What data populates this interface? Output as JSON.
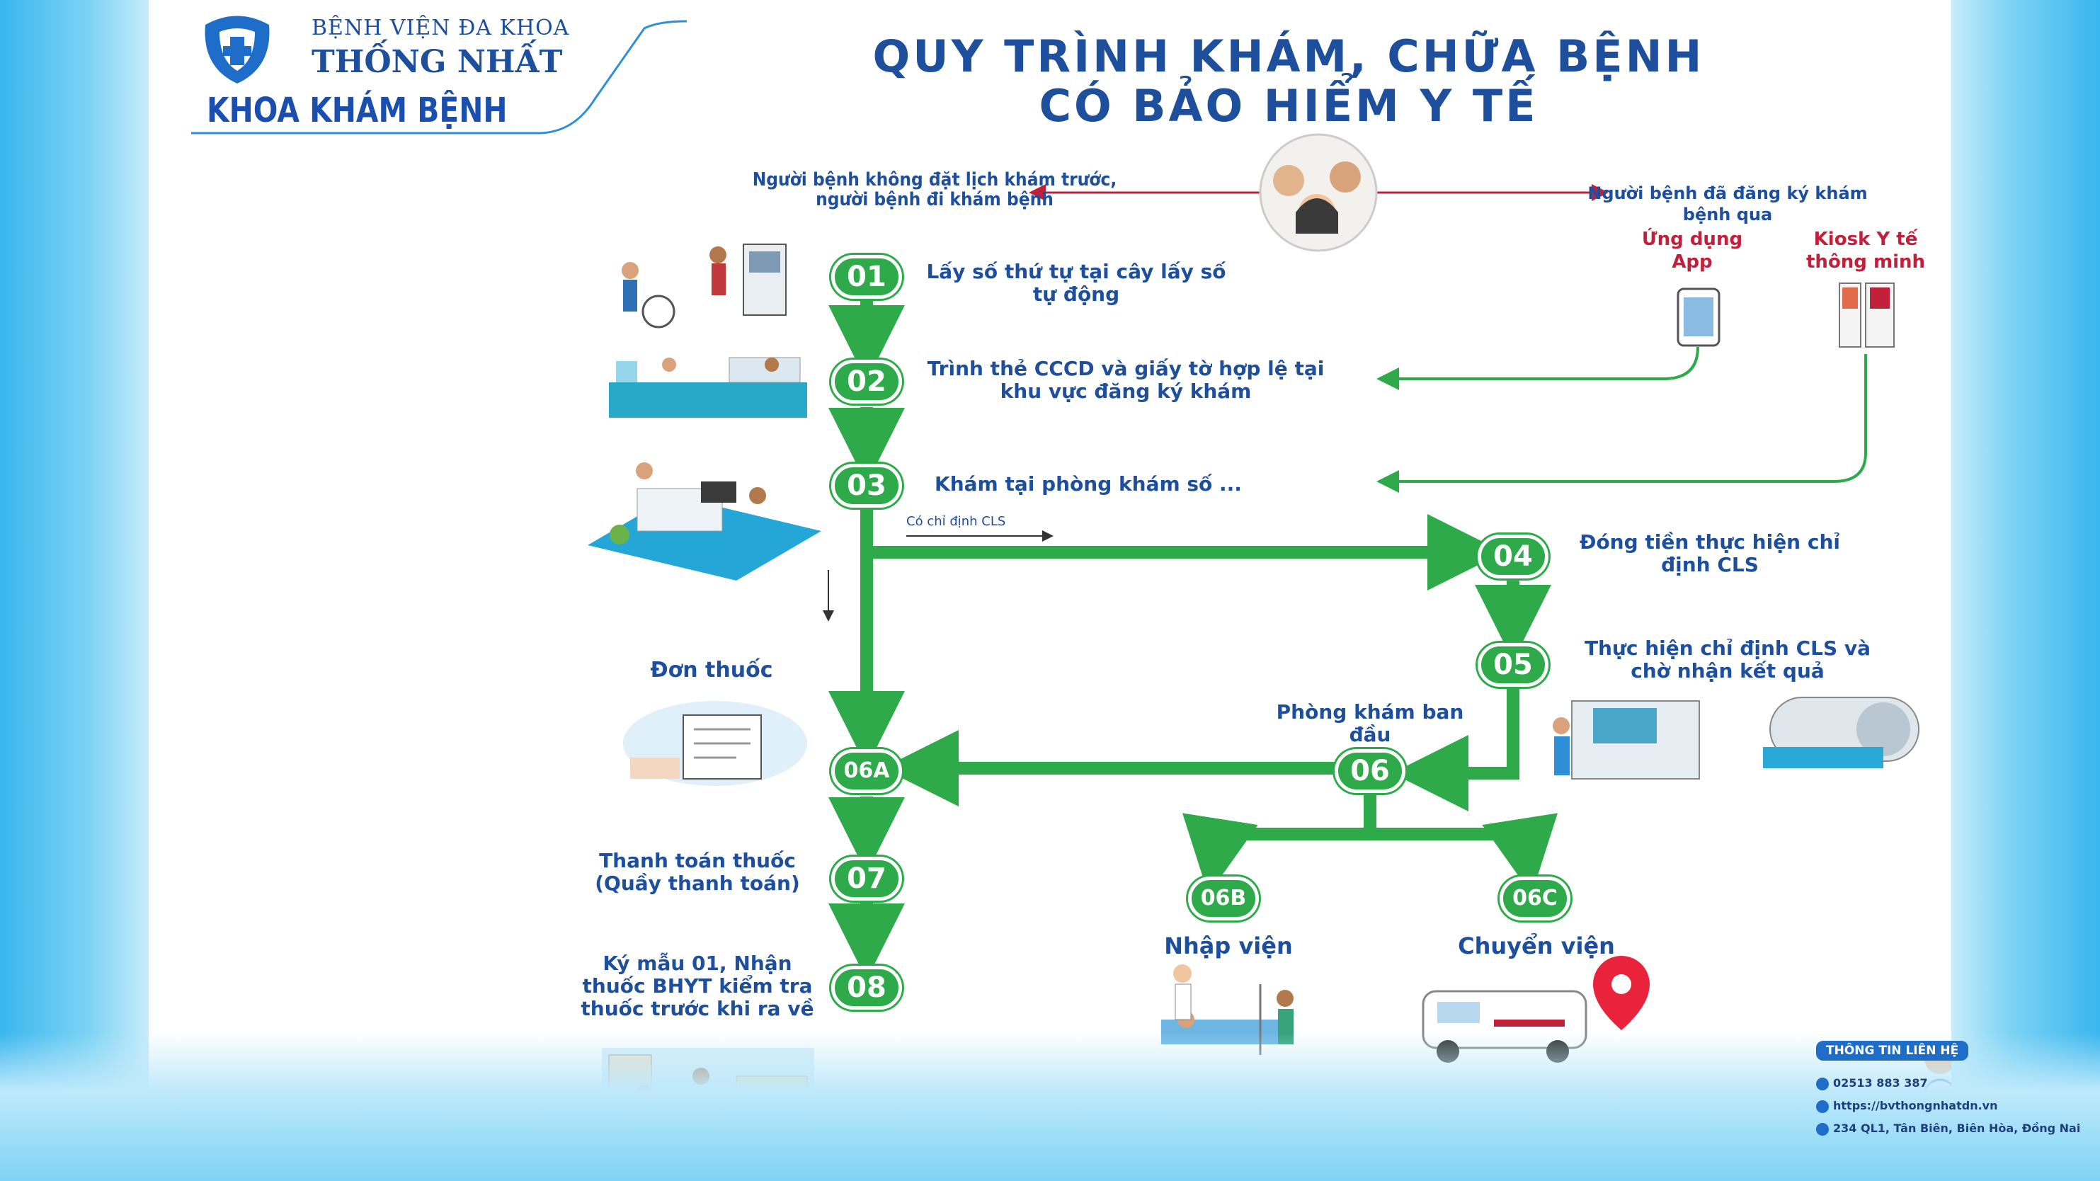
{
  "header": {
    "hospital_line1": "BỆNH VIỆN ĐA KHOA",
    "hospital_line2": "THỐNG NHẤT",
    "department": "KHOA KHÁM BỆNH",
    "title_line1": "QUY TRÌNH KHÁM, CHỮA BỆNH",
    "title_line2": "CÓ BẢO HIỂM Y TẾ"
  },
  "branches": {
    "left_text": "Người bệnh không đặt lịch khám trước, người bệnh đi khám bệnh",
    "right_text": "Người bệnh đã đăng ký khám bệnh qua",
    "app_label": "Ứng dụng App",
    "kiosk_label": "Kiosk Y tế thông minh"
  },
  "steps": {
    "s01": {
      "num": "01",
      "text": "Lấy số thứ tự tại cây lấy số tự động"
    },
    "s02": {
      "num": "02",
      "text": "Trình thẻ CCCD và giấy tờ hợp lệ tại khu vực đăng ký khám"
    },
    "s03": {
      "num": "03",
      "text": "Khám tại phòng khám số ..."
    },
    "s04": {
      "num": "04",
      "text": "Đóng tiền thực hiện chỉ định CLS"
    },
    "s05": {
      "num": "05",
      "text": "Thực hiện chỉ định CLS và chờ nhận kết quả"
    },
    "s06": {
      "num": "06",
      "text": "Phòng khám ban đầu"
    },
    "s06a": {
      "num": "06A",
      "text": "Đơn thuốc"
    },
    "s06b": {
      "num": "06B",
      "text": "Nhập viện"
    },
    "s06c": {
      "num": "06C",
      "text": "Chuyển viện"
    },
    "s07": {
      "num": "07",
      "text": "Thanh toán thuốc (Quầy thanh toán)"
    },
    "s08": {
      "num": "08",
      "text": "Ký mẫu 01, Nhận thuốc BHYT kiểm tra thuốc trước khi ra về"
    }
  },
  "arrow_label": "Có chỉ định CLS",
  "contact": {
    "title": "THÔNG TIN LIÊN HỆ",
    "phone": "02513 883 387",
    "web": "https://bvthongnhatdn.vn",
    "address": "234 QL1, Tân Biên, Biên Hòa, Đồng Nai"
  },
  "colors": {
    "green": "#2eaa4b",
    "navy": "#1e4f9c",
    "red": "#c0203a"
  }
}
